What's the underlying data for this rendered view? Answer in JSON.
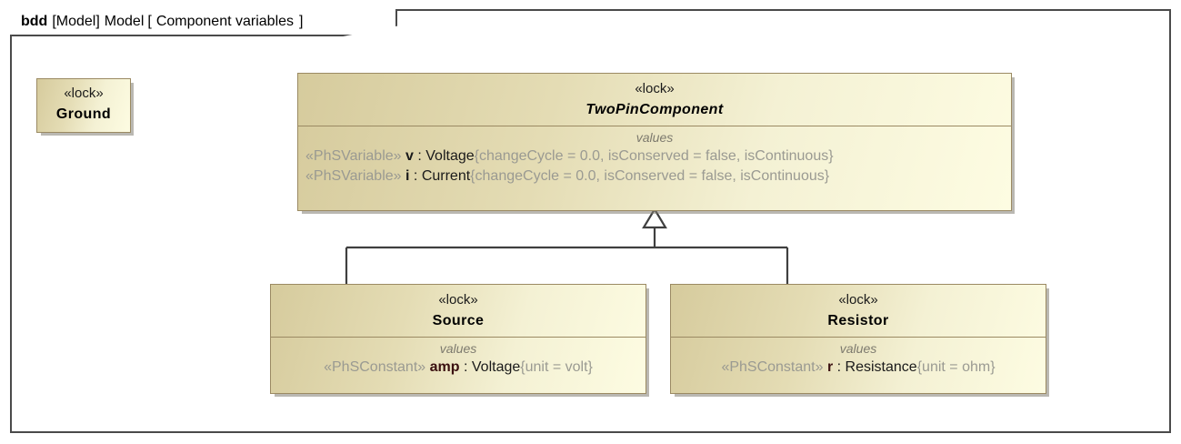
{
  "frame": {
    "kind": "bdd",
    "scope": "[Model]",
    "model": "Model",
    "bracket_open": "[",
    "diagram_name": "Component variables",
    "bracket_close": "]"
  },
  "blocks": {
    "ground": {
      "stereotype": "«lock»",
      "name": "Ground",
      "abstract": false
    },
    "twopincomponent": {
      "stereotype": "«lock»",
      "name": "TwoPinComponent",
      "abstract": true,
      "values_label": "values",
      "properties": [
        {
          "stereotype": "«PhSVariable»",
          "name": "v",
          "separator": " : ",
          "type": "Voltage",
          "constraint": "{changeCycle = 0.0, isConserved = false, isContinuous}"
        },
        {
          "stereotype": "«PhSVariable»",
          "name": "i",
          "separator": " : ",
          "type": "Current",
          "constraint": "{changeCycle = 0.0, isConserved = false, isContinuous}"
        }
      ]
    },
    "source": {
      "stereotype": "«lock»",
      "name": "Source",
      "abstract": false,
      "values_label": "values",
      "properties": [
        {
          "stereotype": "«PhSConstant»",
          "name": "amp",
          "separator": " : ",
          "type": "Voltage",
          "constraint": "{unit = volt}"
        }
      ]
    },
    "resistor": {
      "stereotype": "«lock»",
      "name": "Resistor",
      "abstract": false,
      "values_label": "values",
      "properties": [
        {
          "stereotype": "«PhSConstant»",
          "name": "r",
          "separator": " : ",
          "type": "Resistance",
          "constraint": "{unit = ohm}"
        }
      ]
    }
  },
  "relationships": [
    {
      "type": "generalization",
      "source": "Source",
      "target": "TwoPinComponent"
    },
    {
      "type": "generalization",
      "source": "Resistor",
      "target": "TwoPinComponent"
    }
  ],
  "colors": {
    "block_fill_dark": "#d6cb9d",
    "block_fill_light": "#fdfce2",
    "block_border": "#9b8a63",
    "frame_border": "#4a4a4a",
    "connector": "#3f3f3f",
    "stereotype_gray": "#9a9a92",
    "values_gray": "#7d7a6e"
  }
}
